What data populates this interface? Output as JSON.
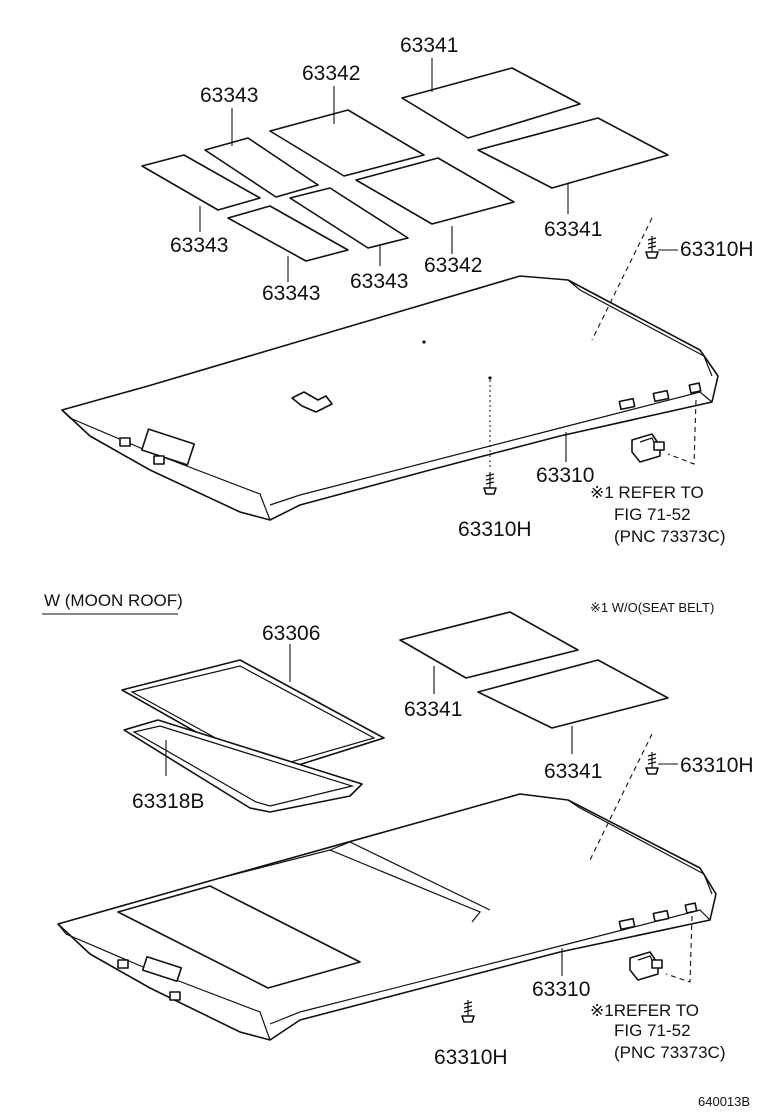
{
  "top_section": {
    "labels": {
      "a": "63341",
      "b": "63342",
      "c": "63343",
      "d": "63343",
      "e": "63343",
      "f": "63343",
      "g": "63342",
      "h": "63341",
      "i": "63310H",
      "j": "63310",
      "k": "63310H"
    },
    "note": {
      "line1": "※1 REFER TO",
      "line2": "FIG 71-52",
      "line3": "(PNC 73373C)"
    }
  },
  "bottom_section": {
    "title": "W (MOON ROOF)",
    "footnote": "※1 W/O(SEAT BELT)",
    "labels": {
      "a": "63306",
      "b": "63318B",
      "c": "63341",
      "d": "63341",
      "e": "63310H",
      "f": "63310",
      "g": "63310H"
    },
    "note": {
      "line1": "※1REFER TO",
      "line2": "FIG 71-52",
      "line3": "(PNC 73373C)"
    }
  },
  "figure_code": "640013B",
  "icons": [
    "clip-icon",
    "screw-icon"
  ]
}
